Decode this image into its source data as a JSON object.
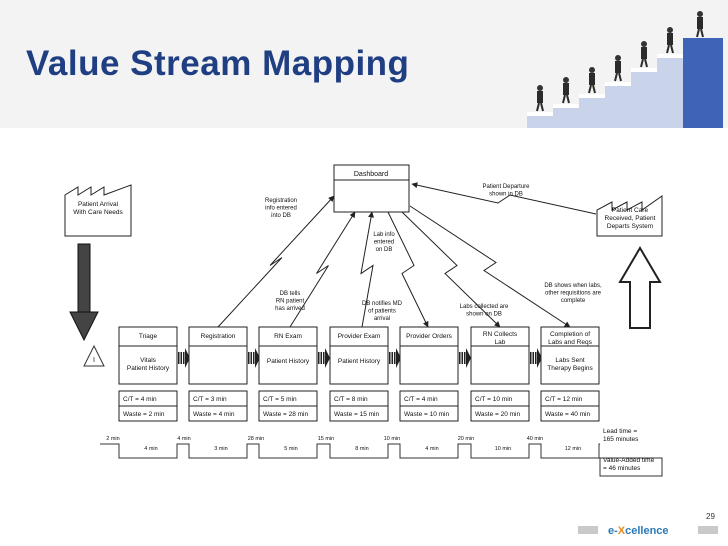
{
  "title": "Value Stream Mapping",
  "page_number": "29",
  "logo_text": "e-Xcellence",
  "supplier": {
    "label_lines": [
      "Patient Arrival",
      "With Care Needs"
    ]
  },
  "customer": {
    "label_lines": [
      "Patient Care",
      "Received, Patient",
      "Departs System"
    ]
  },
  "dashboard": {
    "label": "Dashboard"
  },
  "info_labels": [
    {
      "lines": [
        "Registration",
        "info entered",
        "into DB"
      ]
    },
    {
      "lines": [
        "Lab info",
        "entered",
        "on DB"
      ]
    },
    {
      "lines": [
        "Patient Departure",
        "shown in DB"
      ]
    },
    {
      "lines": [
        "DB tells",
        "RN patient",
        "has arrived"
      ]
    },
    {
      "lines": [
        "DB notifies MD",
        "of patients",
        "arrival"
      ]
    },
    {
      "lines": [
        "Labs collected are",
        "shown on DB"
      ]
    },
    {
      "lines": [
        "DB shows when labs,",
        "other requisitions are",
        "complete"
      ]
    }
  ],
  "processes": [
    {
      "name": [
        "Triage"
      ],
      "sub": [
        "Vitals",
        "Patient History"
      ],
      "ct": "C/T = 4 min",
      "waste": "Waste = 2 min"
    },
    {
      "name": [
        "Registration"
      ],
      "sub": [],
      "ct": "C/T = 3 min",
      "waste": "Waste = 4 min"
    },
    {
      "name": [
        "RN Exam"
      ],
      "sub": [
        "Patient History"
      ],
      "ct": "C/T = 5 min",
      "waste": "Waste = 28 min"
    },
    {
      "name": [
        "Provider Exam"
      ],
      "sub": [
        "Patient History"
      ],
      "ct": "C/T = 8 min",
      "waste": "Waste = 15 min"
    },
    {
      "name": [
        "Provider Orders"
      ],
      "sub": [],
      "ct": "C/T = 4 min",
      "waste": "Waste = 10 min"
    },
    {
      "name": [
        "RN Collects",
        "Lab"
      ],
      "sub": [],
      "ct": "C/T = 10 min",
      "waste": "Waste = 20 min"
    },
    {
      "name": [
        "Completion of",
        "Labs and Reqs"
      ],
      "sub": [
        "Labs Sent",
        "Therapy Begins"
      ],
      "ct": "C/T = 12 min",
      "waste": "Waste = 40 min"
    }
  ],
  "timeline": {
    "waits": [
      "2 min",
      "4 min",
      "28 min",
      "15 min",
      "10 min",
      "20 min",
      "40 min"
    ],
    "cycles": [
      "4 min",
      "3 min",
      "5 min",
      "8 min",
      "4 min",
      "10 min",
      "12 min"
    ]
  },
  "lead_time": [
    "Lead time =",
    "165 minutes"
  ],
  "value_added": [
    "Value-Added time",
    "= 46 minutes"
  ],
  "inventory_symbol": "I",
  "colors": {
    "title": "#1f3f82",
    "header_bg": "#f3f3f3",
    "bar_light": "#c9d4ea",
    "bar_dark": "#3f63b7"
  }
}
